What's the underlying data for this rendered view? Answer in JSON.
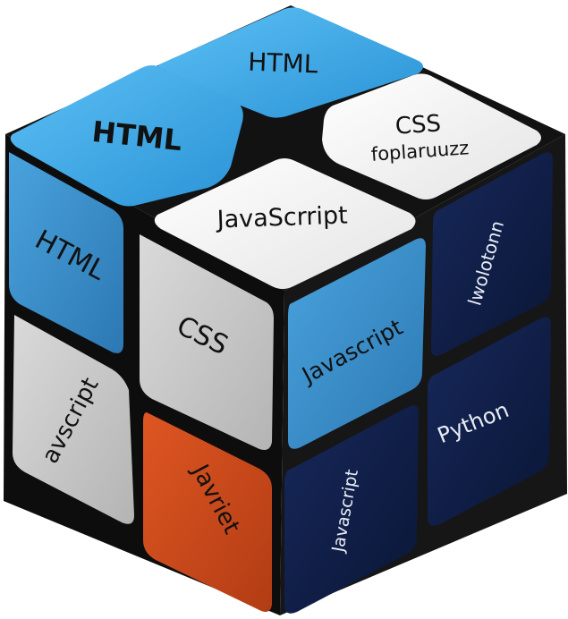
{
  "colors": {
    "blue": "#3aa6e4",
    "blue_side": "#3b8fc7",
    "white": "#f6f6f6",
    "grey": "#c9c9c9",
    "navy": "#0e1d44",
    "orange": "#c8461a",
    "frame": "#121212"
  },
  "top_face": {
    "back_tile": "HTML",
    "left_tile": "HTML",
    "right_tile_line1": "CSS",
    "right_tile_line2": "foplaruuzz",
    "front_tile": "JavaScrript"
  },
  "left_face": {
    "top_outer": "HTML",
    "top_inner": "CSS",
    "bottom_outer": "avscript",
    "bottom_inner": "Javriet"
  },
  "right_face": {
    "top_inner": "Javascript",
    "top_outer": "lwolotonn",
    "bottom_inner": "Javascript",
    "bottom_outer": "Python"
  }
}
